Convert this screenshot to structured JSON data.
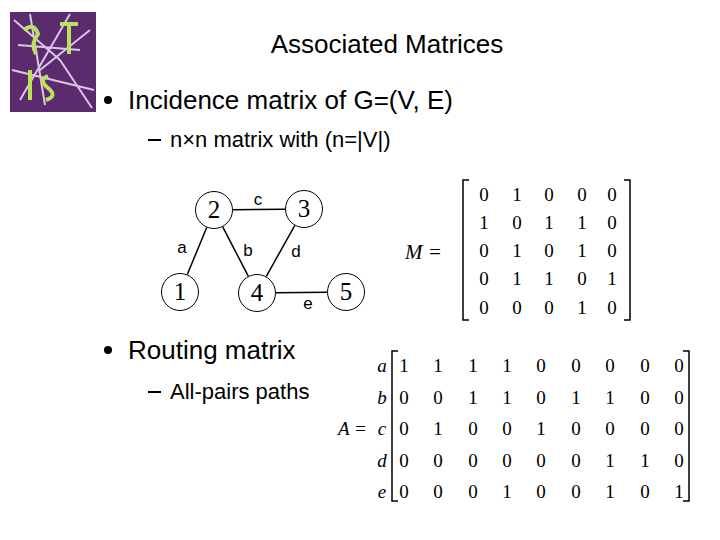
{
  "diagram": {
    "title": "Associated Matrices",
    "nodes": [
      {
        "text": [
          "2"
        ]
      },
      {
        "text": [
          "3"
        ]
      },
      {
        "text": [
          "1"
        ]
      },
      {
        "text": [
          "4"
        ]
      },
      {
        "text": [
          "5"
        ]
      }
    ],
    "edges": [
      {
        "from": 2,
        "to": 0,
        "arrow": "none",
        "label": "a"
      },
      {
        "from": 0,
        "to": 3,
        "arrow": "none",
        "label": "b"
      },
      {
        "from": 0,
        "to": 1,
        "arrow": "none",
        "label": "c"
      },
      {
        "from": 1,
        "to": 3,
        "arrow": "none",
        "label": "d"
      },
      {
        "from": 3,
        "to": 4,
        "arrow": "none",
        "label": "e"
      }
    ],
    "labels": [
      "Incidence matrix of G=(V, E)",
      "n×n matrix with (n=|V|)",
      "M =",
      "0",
      "1",
      "0",
      "0",
      "0",
      "1",
      "0",
      "1",
      "1",
      "0",
      "0",
      "1",
      "0",
      "1",
      "0",
      "0",
      "1",
      "1",
      "0",
      "1",
      "0",
      "0",
      "0",
      "1",
      "0",
      "Routing matrix",
      "All-pairs paths",
      "A =",
      "a",
      "b",
      "c",
      "d",
      "e",
      "1",
      "1",
      "1",
      "1",
      "0",
      "0",
      "0",
      "0",
      "0",
      "0",
      "0",
      "1",
      "1",
      "0",
      "1",
      "1",
      "0",
      "0",
      "0",
      "1",
      "0",
      "0",
      "1",
      "0",
      "0",
      "0",
      "0",
      "0",
      "0",
      "0",
      "0",
      "0",
      "0",
      "1",
      "1",
      "0",
      "0",
      "0",
      "0",
      "1",
      "0",
      "0",
      "1",
      "0",
      "1"
    ]
  }
}
